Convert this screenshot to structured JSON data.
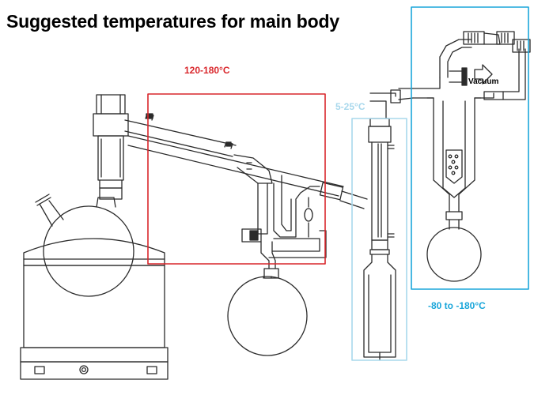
{
  "title": "Suggested temperatures for main body",
  "zones": {
    "hot": {
      "label": "120-180°C",
      "color": "#d9262b"
    },
    "condenser": {
      "label": "5-25°C",
      "color": "#a8d8ec"
    },
    "cold_trap": {
      "label": "-80 to -180°C",
      "color": "#1aa6da"
    }
  },
  "vacuum_label": "Vacuum",
  "colors": {
    "line": "#2b2b2b",
    "text": "#000000"
  }
}
